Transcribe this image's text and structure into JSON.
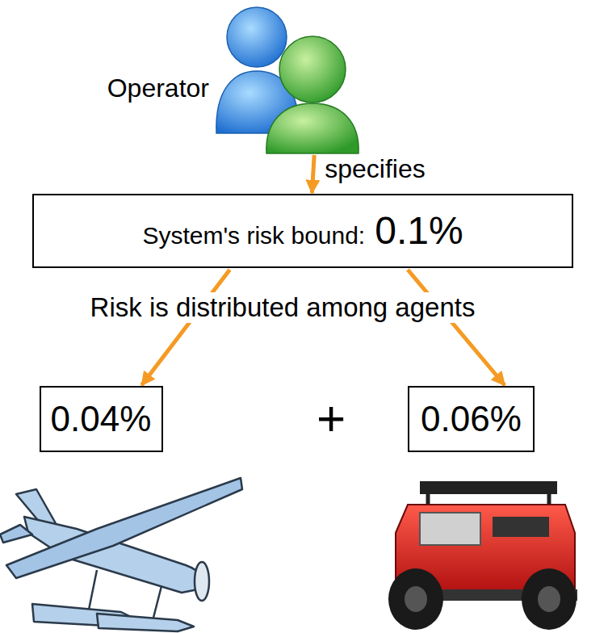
{
  "diagram": {
    "nodes": [
      {
        "text": [
          "Operator"
        ]
      },
      {
        "text": [
          "System's risk bound:",
          "0.1%"
        ]
      },
      {
        "text": [
          "0.04%"
        ]
      },
      {
        "text": [
          "0.06%"
        ]
      }
    ],
    "edges": [
      {
        "from": 0,
        "to": 1,
        "arrow": "to",
        "label": "specifies"
      },
      {
        "from": 1,
        "to": 2,
        "arrow": "to"
      },
      {
        "from": 1,
        "to": 3,
        "arrow": "to"
      }
    ],
    "labels": [
      "Risk is distributed among agents",
      "+"
    ]
  }
}
